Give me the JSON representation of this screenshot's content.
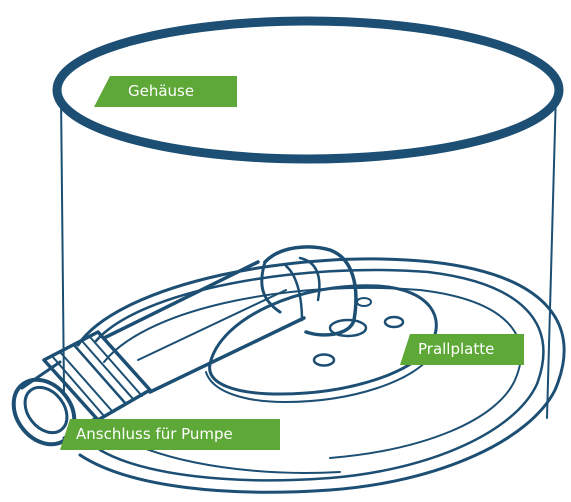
{
  "colors": {
    "outline": "#1c4f73",
    "label_bg": "#5da837",
    "label_text": "#ffffff"
  },
  "labels": {
    "housing": "Gehäuse",
    "impact_plate": "Prallplatte",
    "pump_connection": "Anschluss für Pumpe"
  }
}
